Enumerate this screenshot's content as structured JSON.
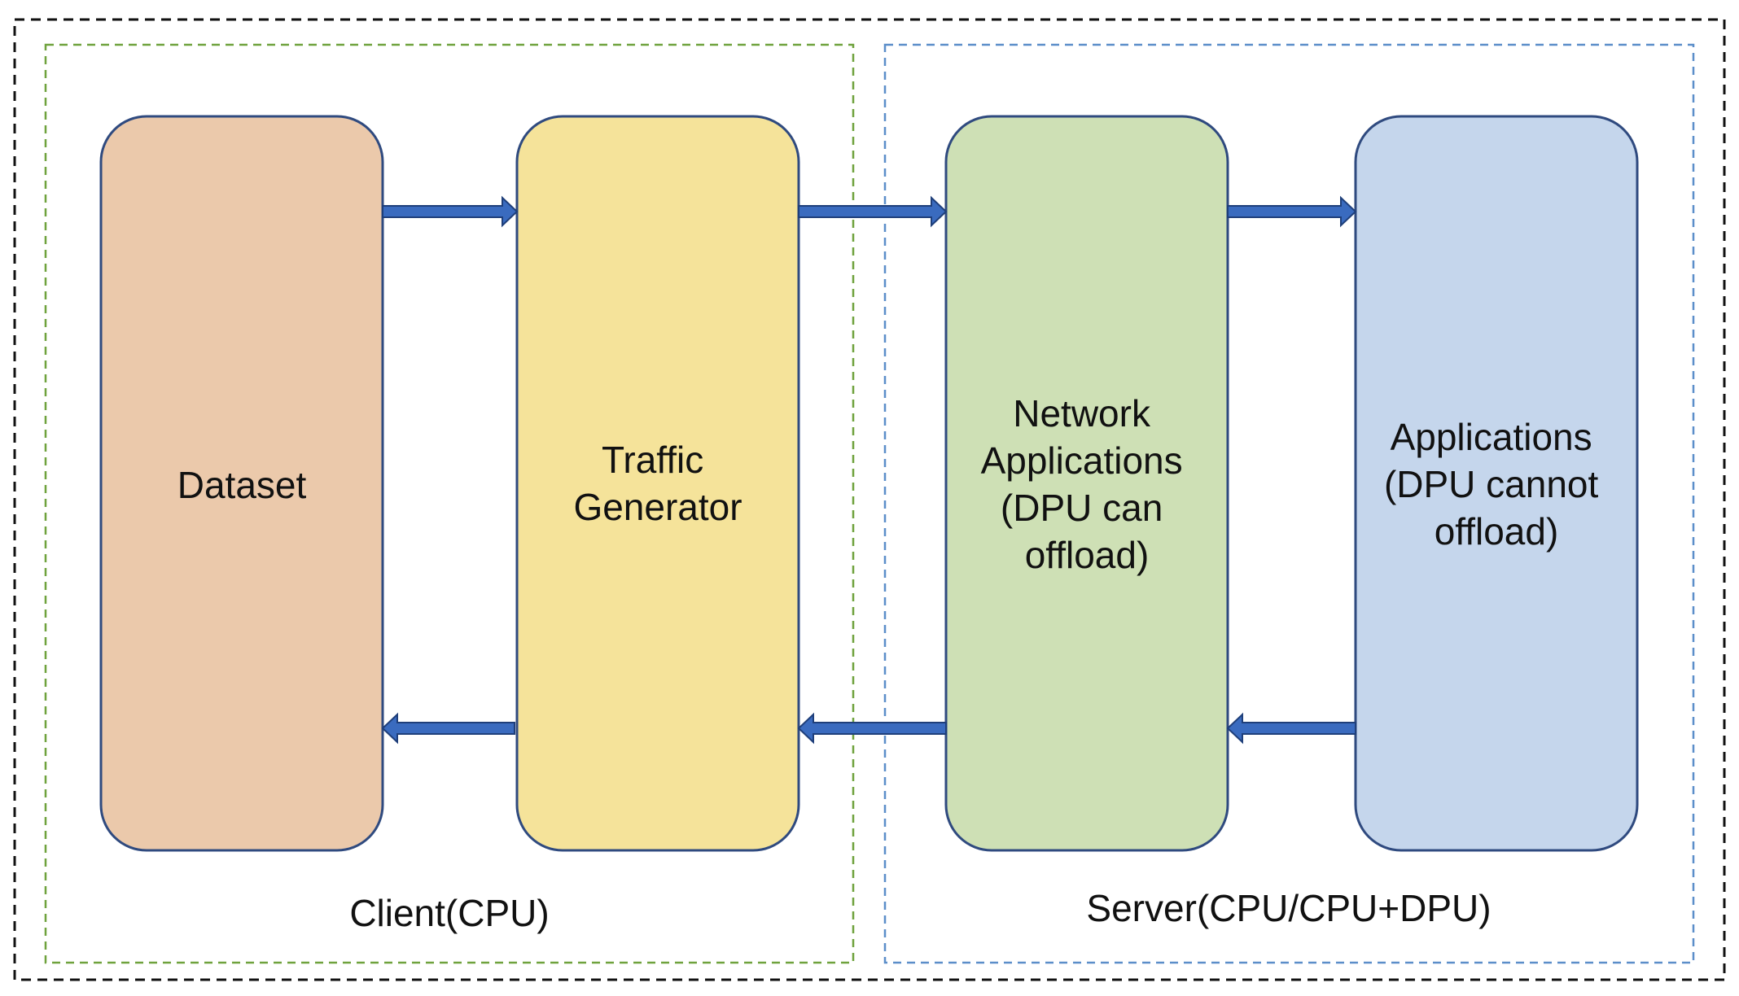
{
  "groups": {
    "client": {
      "label": "Client(CPU)"
    },
    "server": {
      "label": "Server(CPU/CPU+DPU)"
    }
  },
  "boxes": {
    "dataset": {
      "lines": [
        "Dataset"
      ],
      "color": "#EBC9AB"
    },
    "traffic_generator": {
      "lines": [
        "Traffic",
        "Generator"
      ],
      "color": "#F5E39A"
    },
    "network_applications": {
      "lines": [
        "Network",
        "Applications",
        "(DPU can",
        "offload)"
      ],
      "color": "#CEE0B5"
    },
    "applications": {
      "lines": [
        "Applications",
        "(DPU cannot",
        "offload)"
      ],
      "color": "#C5D6EC"
    }
  },
  "colors": {
    "box_border": "#2F4A7F",
    "arrow_fill": "#3A6BBF",
    "arrow_stroke": "#1F3F7A",
    "outer_border": "#111111",
    "client_border": "#6FA23D",
    "server_border": "#5B8EC9"
  }
}
